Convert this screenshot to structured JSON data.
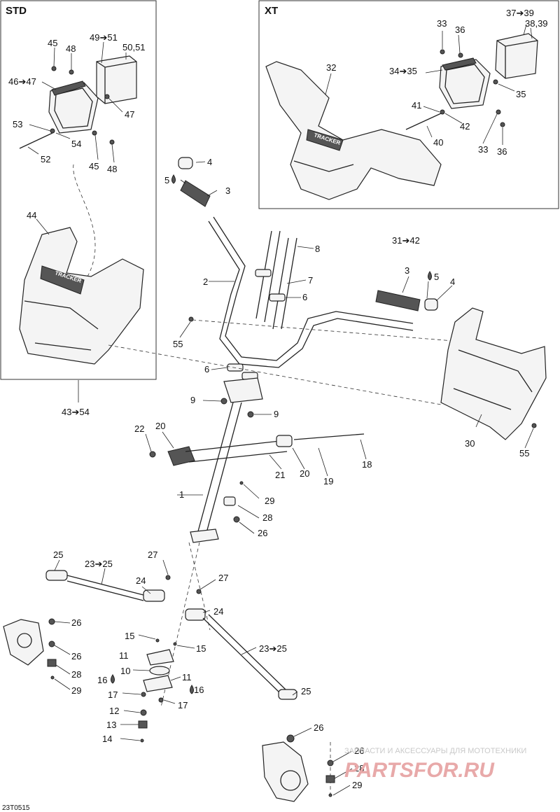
{
  "headers": {
    "std": "STD",
    "xt": "XT"
  },
  "group_labels": {
    "std_group": "43➔54",
    "xt_group": "31➔42"
  },
  "callouts": {
    "std_45a": "45",
    "std_48a": "48",
    "std_49_51": "49➔51",
    "std_50_51": "50,51",
    "std_46_47": "46➔47",
    "std_47": "47",
    "std_53": "53",
    "std_54": "54",
    "std_52": "52",
    "std_45b": "45",
    "std_48b": "48",
    "std_44": "44",
    "xt_37_39": "37➔39",
    "xt_38_39": "38,39",
    "xt_33a": "33",
    "xt_36a": "36",
    "xt_32": "32",
    "xt_34_35": "34➔35",
    "xt_35": "35",
    "xt_41": "41",
    "xt_42": "42",
    "xt_40": "40",
    "xt_33b": "33",
    "xt_36b": "36",
    "p4a": "4",
    "p5a": "5",
    "p3a": "3",
    "p8": "8",
    "p2": "2",
    "p7": "7",
    "p6a": "6",
    "p55a": "55",
    "p6b": "6",
    "p3b": "3",
    "p5b": "5",
    "p4b": "4",
    "p9a": "9",
    "p9b": "9",
    "p22": "22",
    "p20a": "20",
    "p21": "21",
    "p20b": "20",
    "p19": "19",
    "p18": "18",
    "p30": "30",
    "p55b": "55",
    "p1": "1",
    "p29a": "29",
    "p28a": "28",
    "p26a": "26",
    "p25a": "25",
    "p23_25a": "23➔25",
    "p27a": "27",
    "p24a": "24",
    "p26b": "26",
    "p26c": "26",
    "p28b": "28",
    "p29b": "29",
    "p27b": "27",
    "p24b": "24",
    "p15a": "15",
    "p11a": "11",
    "p15b": "15",
    "p23_25b": "23➔25",
    "p10": "10",
    "p16a": "16",
    "p11b": "11",
    "p16b": "16",
    "p17a": "17",
    "p17b": "17",
    "p25b": "25",
    "p12": "12",
    "p13": "13",
    "p14": "14",
    "p26d": "26",
    "p26e": "26",
    "p28c": "28",
    "p29c": "29"
  },
  "grip_text": "TRACKER",
  "diagram_code": "23T0515",
  "watermark": {
    "tagline": "ЗАПЧАСТИ И АКСЕССУАРЫ ДЛЯ МОТОТЕХНИКИ",
    "logo": "PARTSFOR.RU"
  }
}
